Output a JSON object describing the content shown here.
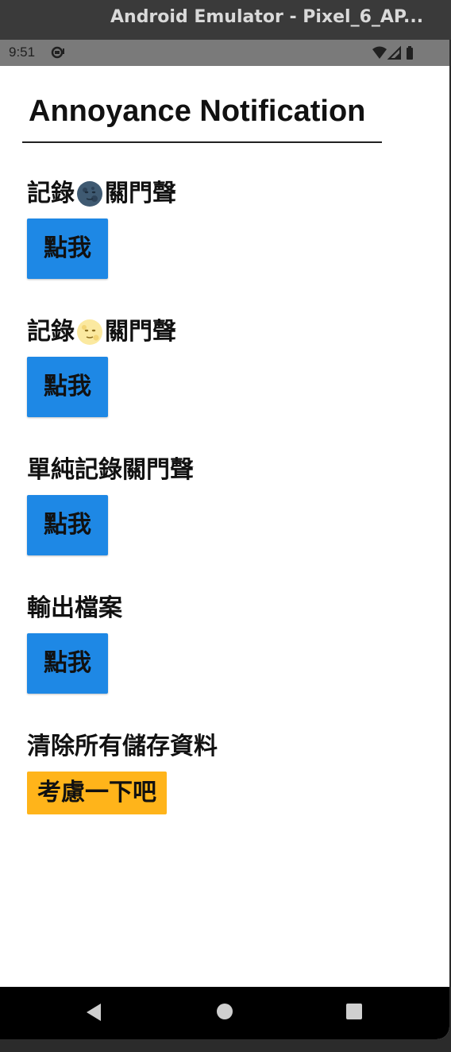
{
  "window": {
    "title": "Android Emulator - Pixel_6_AP..."
  },
  "statusbar": {
    "time": "9:51",
    "icons": [
      "notification-icon",
      "wifi-icon",
      "cell-signal-icon",
      "battery-icon"
    ]
  },
  "app": {
    "title": "Annoyance Notification"
  },
  "sections": [
    {
      "label_before": "記錄",
      "emoji": "new-moon-face",
      "label_after": "關門聲",
      "button": "點我"
    },
    {
      "label_before": "記錄",
      "emoji": "full-moon-face",
      "label_after": "關門聲",
      "button": "點我"
    },
    {
      "label": "單純記錄關門聲",
      "button": "點我"
    },
    {
      "label": "輸出檔案",
      "button": "點我"
    },
    {
      "label": "清除所有儲存資料",
      "button": "考慮一下吧"
    }
  ],
  "colors": {
    "primary_button": "#1e88e5",
    "warning_button": "#ffb41a",
    "statusbar": "#7a7a7a",
    "navbar": "#000000"
  },
  "navbar": {
    "icons": [
      "back-icon",
      "home-icon",
      "recents-icon"
    ]
  }
}
